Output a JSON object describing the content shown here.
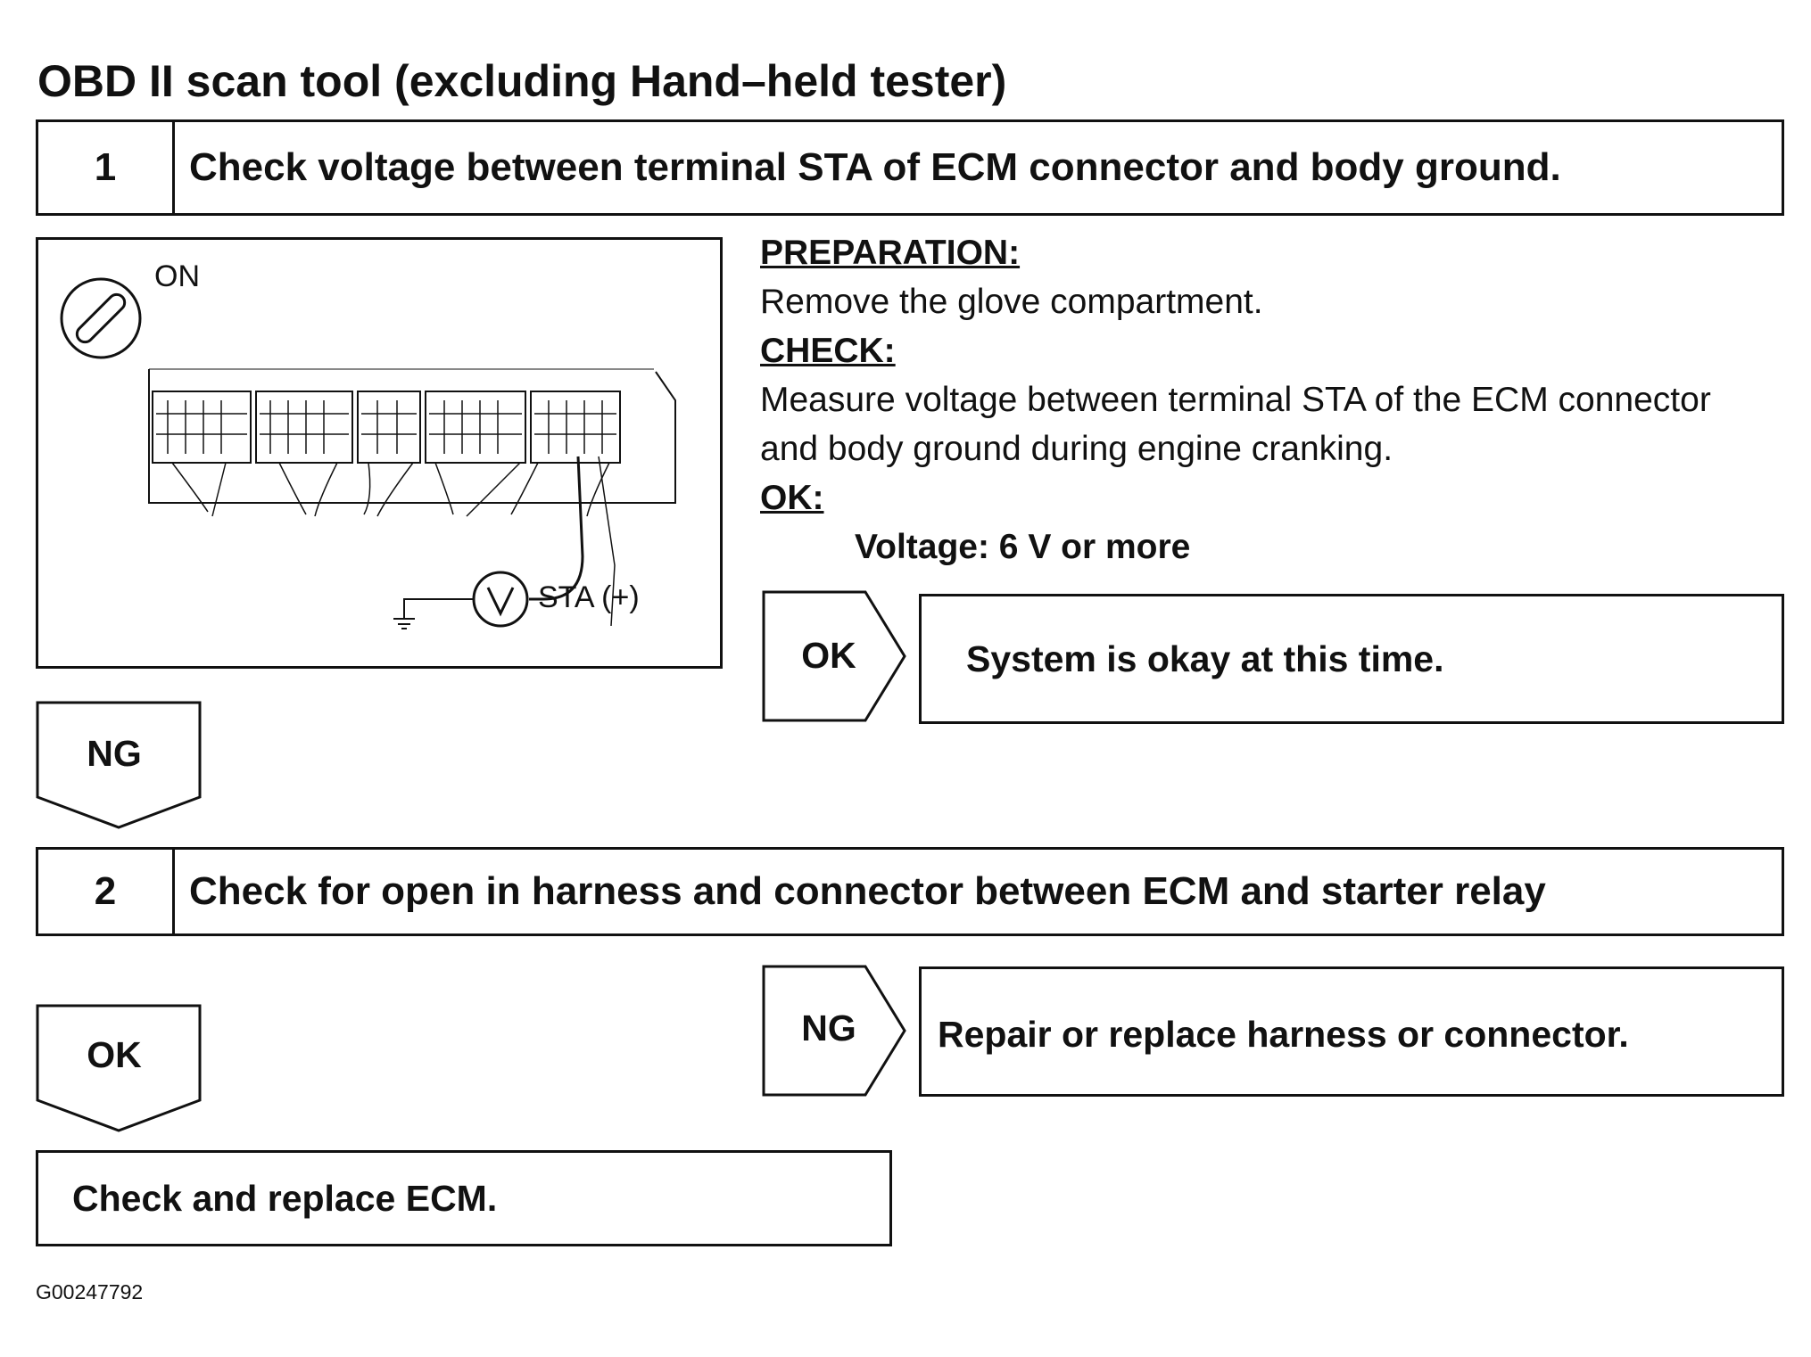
{
  "title": "OBD II scan tool (excluding Hand–held tester)",
  "step1": {
    "number": "1",
    "text": "Check voltage between terminal STA of ECM connector and body ground."
  },
  "illustration": {
    "switch_label": "ON",
    "meter_symbol": "V",
    "terminal_label": "STA (+)"
  },
  "instructions": {
    "preparation_heading": "PREPARATION:",
    "preparation_text": "Remove the glove compartment.",
    "check_heading": "CHECK:",
    "check_line1": "Measure voltage between terminal STA of the ECM connector",
    "check_line2": "and body ground during engine cranking.",
    "ok_heading": "OK:",
    "ok_value": "Voltage: 6 V or more"
  },
  "result1_ok": {
    "label": "OK",
    "text": "System is okay at this time."
  },
  "branch1_ng": {
    "label": "NG"
  },
  "step2": {
    "number": "2",
    "text": "Check for open in harness and connector between ECM and starter relay"
  },
  "result2_ng": {
    "label": "NG",
    "text": "Repair or replace harness or connector."
  },
  "branch2_ok": {
    "label": "OK"
  },
  "final": {
    "text": "Check and replace ECM."
  },
  "figure_code": "G00247792",
  "colors": {
    "ink": "#111111",
    "background": "#ffffff"
  },
  "icons": [
    "ignition-switch-icon",
    "ecm-connector-icon",
    "voltmeter-icon",
    "ground-icon"
  ]
}
